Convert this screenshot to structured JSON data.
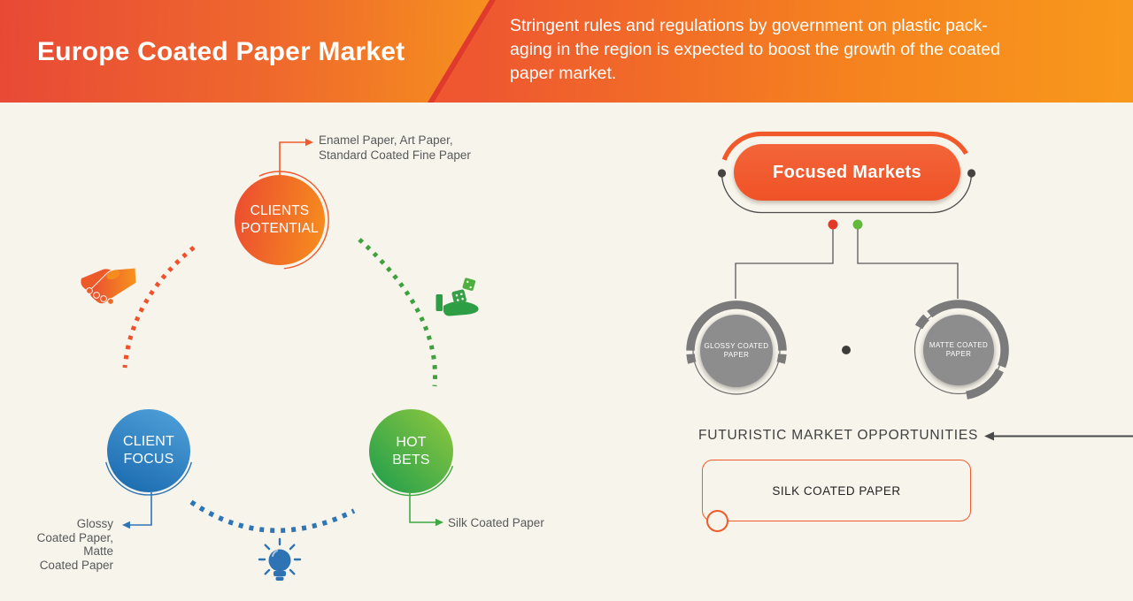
{
  "header": {
    "title": "Europe Coated Paper Market",
    "description_lines": [
      "Stringent rules and regulations by government on plastic pack-",
      "aging in the region is expected to boost the growth of the coated",
      "paper market."
    ]
  },
  "strategy_map": {
    "clients_potential": {
      "label_lines": [
        "CLIENTS",
        "POTENTIAL"
      ],
      "annotation_lines": [
        "Enamel Paper, Art Paper,",
        "Standard Coated Fine Paper"
      ]
    },
    "client_focus": {
      "label_lines": [
        "CLIENT",
        "FOCUS"
      ],
      "annotation_lines": [
        "Glossy",
        "Coated Paper,",
        "Matte",
        "Coated Paper"
      ]
    },
    "hot_bets": {
      "label_lines": [
        "HOT",
        "BETS"
      ],
      "annotation": "Silk Coated Paper"
    }
  },
  "focused_markets": {
    "title": "Focused Markets",
    "nodes": [
      {
        "label_lines": [
          "GLOSSY COATED",
          "PAPER"
        ]
      },
      {
        "label_lines": [
          "MATTE COATED",
          "PAPER"
        ]
      }
    ]
  },
  "opportunities": {
    "heading": "FUTURISTIC MARKET OPPORTUNITIES",
    "item": "SILK COATED PAPER"
  },
  "colors": {
    "brand_orange": "#F15A29",
    "brand_orange_light": "#F7941E",
    "brand_red_orange": "#E94A35",
    "accent_blue": "#2E75B6",
    "accent_green": "#3FA843",
    "node_gray": "#8C8C8C",
    "text_gray": "#58595B",
    "background": "#F7F4EB"
  }
}
